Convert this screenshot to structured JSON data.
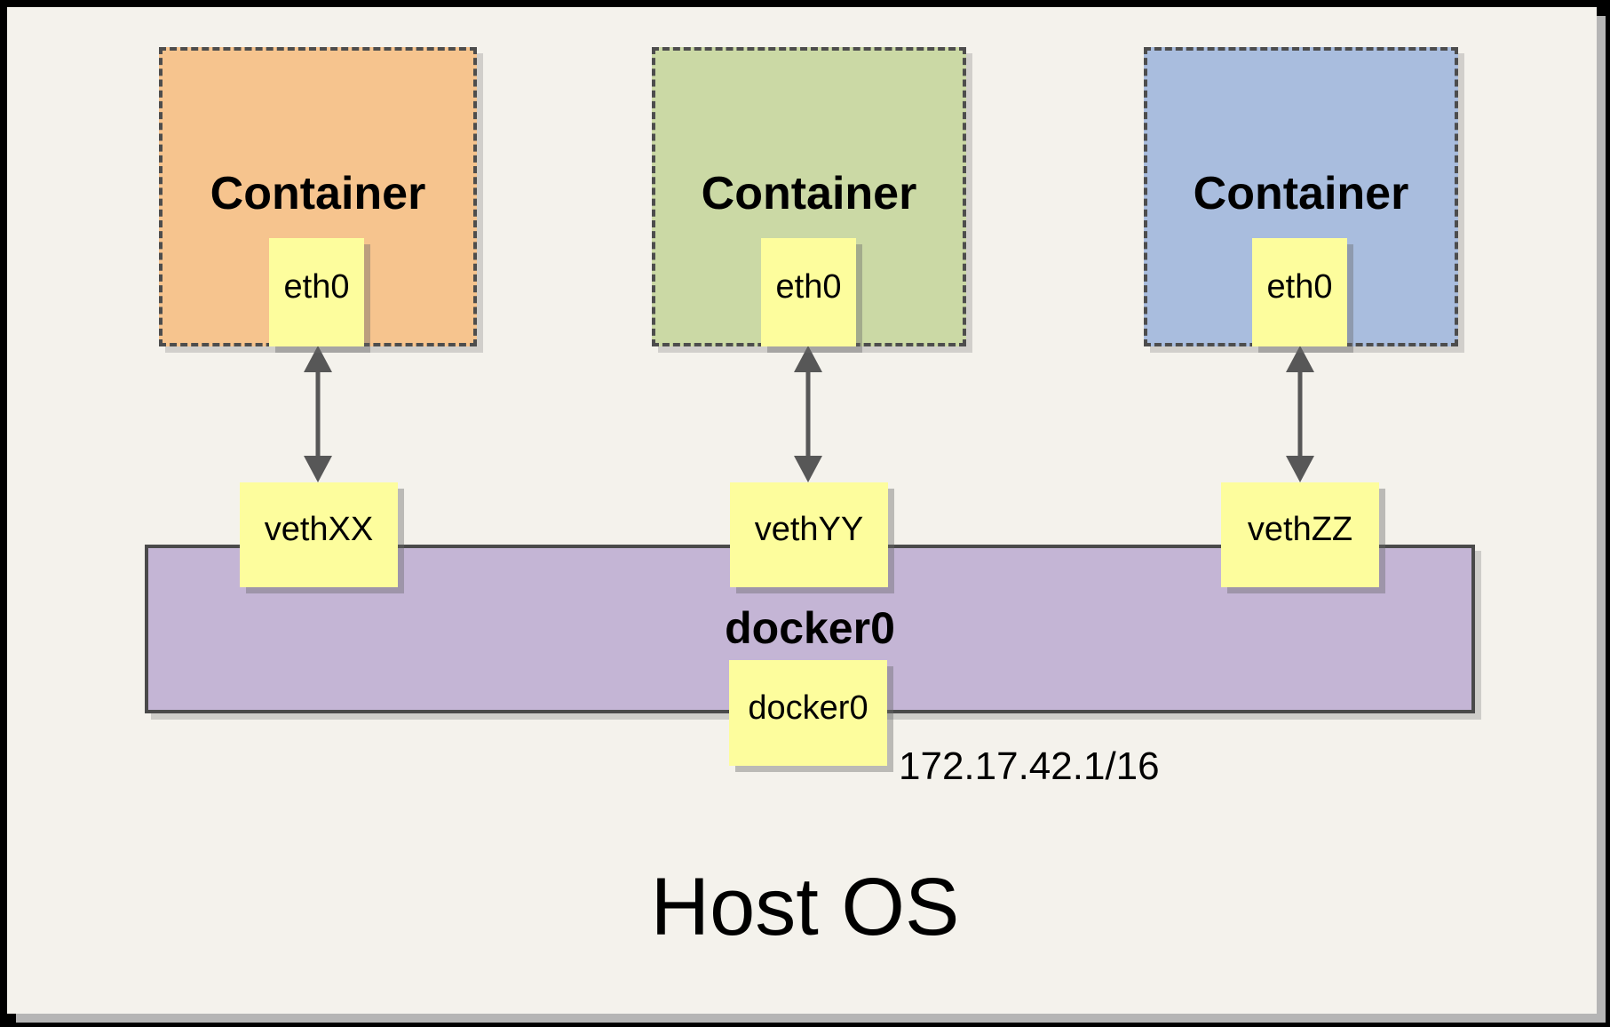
{
  "diagram": {
    "host": {
      "title": "Host OS"
    },
    "bridge": {
      "name": "docker0",
      "interface_label": "docker0",
      "ip_cidr": "172.17.42.1/16"
    },
    "containers": [
      {
        "title": "Container",
        "interface": "eth0",
        "veth": "vethXX"
      },
      {
        "title": "Container",
        "interface": "eth0",
        "veth": "vethYY"
      },
      {
        "title": "Container",
        "interface": "eth0",
        "veth": "vethZZ"
      }
    ],
    "colors": {
      "canvas_background": "#F4F2EC",
      "frame": "#000000",
      "container_fills": [
        "#F6C48E",
        "#CBD9A5",
        "#A9BDDE"
      ],
      "bridge_fill": "#C4B5D5",
      "note_fill": "#FDFD9D",
      "dashed_border": "#4D4D4D",
      "arrow": "#575757"
    }
  }
}
